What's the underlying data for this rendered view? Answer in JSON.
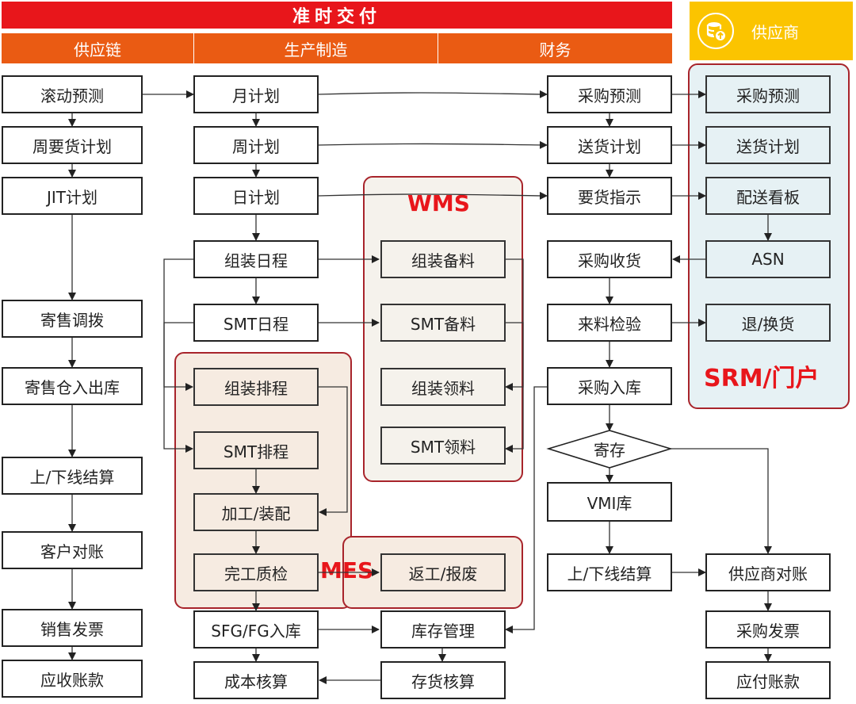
{
  "header": {
    "title": "准时交付",
    "columns": [
      "供应链",
      "生产制造",
      "财务"
    ],
    "supplier": "供应商"
  },
  "supply_chain": [
    "滚动预测",
    "周要货计划",
    "JIT计划",
    "寄售调拨",
    "寄售仓入出库",
    "上/下线结算",
    "客户对账",
    "销售发票",
    "应收账款"
  ],
  "production": {
    "monthly_plan": "月计划",
    "weekly_plan": "周计划",
    "daily_plan": "日计划",
    "assembly_schedule": "组装日程",
    "smt_schedule": "SMT日程",
    "sfg_fg_inbound": "SFG/FG入库",
    "cost_accounting": "成本核算"
  },
  "mes": {
    "label": "MES",
    "assembly_sequencing": "组装排程",
    "smt_sequencing": "SMT排程",
    "processing_assembly": "加工/装配",
    "completion_qc": "完工质检",
    "rework_scrap": "返工/报废"
  },
  "wms": {
    "label": "WMS",
    "assembly_prep": "组装备料",
    "smt_prep": "SMT备料",
    "assembly_pick": "组装领料",
    "smt_pick": "SMT领料",
    "inventory_mgmt": "库存管理",
    "inventory_accounting": "存货核算"
  },
  "finance": {
    "purchase_forecast": "采购预测",
    "delivery_plan": "送货计划",
    "call_off": "要货指示",
    "purchase_receiving": "采购收货",
    "incoming_inspection": "来料检验",
    "purchase_inbound": "采购入库",
    "consignment": "寄存",
    "vmi": "VMI库",
    "settlement": "上/下线结算",
    "supplier_reconciliation": "供应商对账",
    "purchase_invoice": "采购发票",
    "accounts_payable": "应付账款"
  },
  "srm": {
    "label": "SRM/门户",
    "purchase_forecast": "采购预测",
    "delivery_plan": "送货计划",
    "kanban": "配送看板",
    "asn": "ASN",
    "return_exchange": "退/换货"
  },
  "colors": {
    "banner_red": "#e8161b",
    "sub_header_orange": "#ea5b13",
    "supplier_yellow": "#fbc400",
    "region_border": "#a8242b",
    "wms_fill": "#f5f2ec",
    "srm_fill": "#e6f1f4",
    "mes_fill": "#f6ebe1"
  }
}
